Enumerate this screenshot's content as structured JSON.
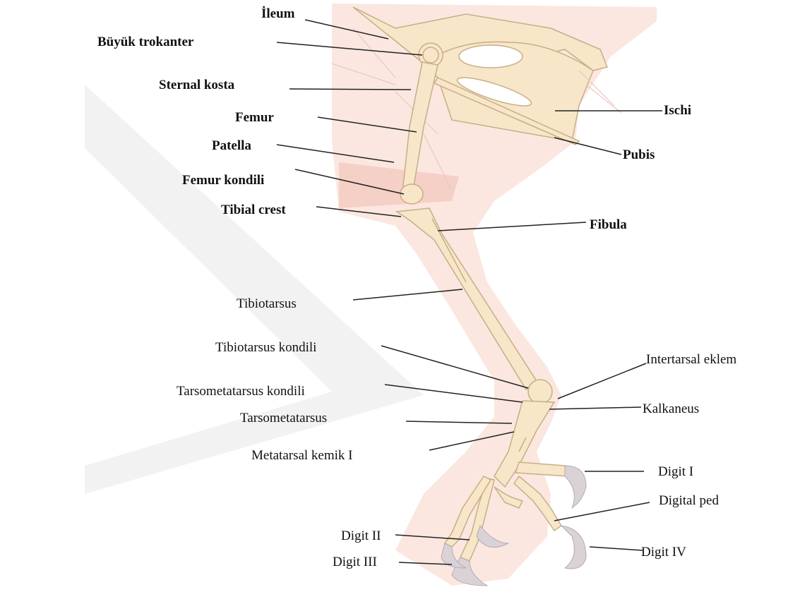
{
  "diagram": {
    "labels": {
      "ileum": "İleum",
      "buyuk_trokanter": "Büyük trokanter",
      "sternal_kosta": "Sternal kosta",
      "femur": "Femur",
      "patella": "Patella",
      "femur_kondili": "Femur kondili",
      "tibial_crest": "Tibial crest",
      "tibiotarsus": "Tibiotarsus",
      "tibiotarsus_kondili": "Tibiotarsus kondili",
      "tarsometatarsus_kondili": "Tarsometatarsus kondili",
      "tarsometatarsus": "Tarsometatarsus",
      "metatarsal_kemik_1": "Metatarsal kemik I",
      "digit_2": "Digit II",
      "digit_3": "Digit III",
      "ischi": "Ischi",
      "pubis": "Pubis",
      "fibula": "Fibula",
      "intertarsal_eklem": "Intertarsal eklem",
      "kalkaneus": "Kalkaneus",
      "digit_1": "Digit I",
      "digital_ped": "Digital ped",
      "digit_4": "Digit IV"
    },
    "colors": {
      "bone": "#f7e6c8",
      "bone_outline": "#c9ad86",
      "flesh": "#fbe6df",
      "flesh_dark": "#f5d3c8",
      "claw": "#d8d2d6",
      "watermark": "#f1f1f1"
    }
  }
}
